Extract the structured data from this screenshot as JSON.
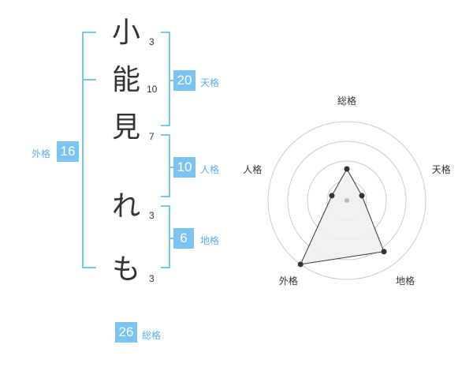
{
  "name": {
    "characters": [
      {
        "char": "小",
        "strokes": "3"
      },
      {
        "char": "能",
        "strokes": "10"
      },
      {
        "char": "見",
        "strokes": "7"
      },
      {
        "char": "れ",
        "strokes": "3"
      },
      {
        "char": "も",
        "strokes": "3"
      }
    ]
  },
  "fortune": {
    "tenkaku": {
      "value": "20",
      "label": "天格"
    },
    "jinkaku": {
      "value": "10",
      "label": "人格"
    },
    "chikaku": {
      "value": "6",
      "label": "地格"
    },
    "gaikaku": {
      "value": "16",
      "label": "外格"
    },
    "soukaku": {
      "value": "26",
      "label": "総格"
    }
  },
  "chart_data": {
    "type": "radar",
    "axes": [
      "総格",
      "天格",
      "地格",
      "外格",
      "人格"
    ],
    "values": [
      2,
      1,
      4,
      5,
      1
    ],
    "max": 5,
    "rings": 4,
    "colors": {
      "accent": "#7bc4f2",
      "fill": "#eeeeee",
      "stroke": "#333333",
      "grid": "#cccccc"
    }
  }
}
